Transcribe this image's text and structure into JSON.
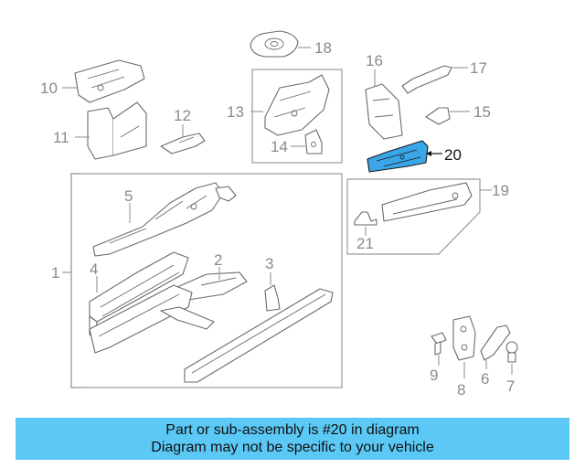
{
  "diagram": {
    "callouts": {
      "c1": "1",
      "c2": "2",
      "c3": "3",
      "c4": "4",
      "c5": "5",
      "c6": "6",
      "c7": "7",
      "c8": "8",
      "c9": "9",
      "c10": "10",
      "c11": "11",
      "c12": "12",
      "c13": "13",
      "c14": "14",
      "c15": "15",
      "c16": "16",
      "c17": "17",
      "c18": "18",
      "c19": "19",
      "c20": "20",
      "c21": "21"
    },
    "highlight_color": "#3aa6e8"
  },
  "banner": {
    "line1": "Part or sub-assembly is #20 in diagram",
    "line2": "Diagram may not be specific to your vehicle",
    "color": "#5bc8f5"
  }
}
